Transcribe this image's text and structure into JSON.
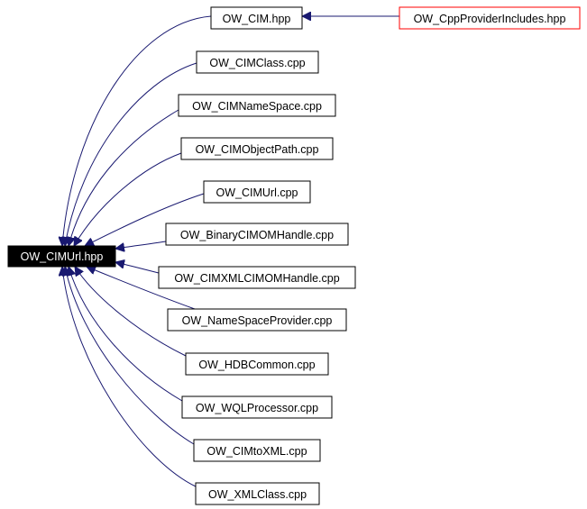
{
  "graph": {
    "edge_color": "#191970",
    "focus_node": {
      "label": "OW_CIMUrl.hpp",
      "fill": "#000000",
      "text_color": "#ffffff"
    },
    "included_by": [
      {
        "label": "OW_CIM.hpp"
      },
      {
        "label": "OW_CIMClass.cpp"
      },
      {
        "label": "OW_CIMNameSpace.cpp"
      },
      {
        "label": "OW_CIMObjectPath.cpp"
      },
      {
        "label": "OW_CIMUrl.cpp"
      },
      {
        "label": "OW_BinaryCIMOMHandle.cpp"
      },
      {
        "label": "OW_CIMXMLCIMOMHandle.cpp"
      },
      {
        "label": "OW_NameSpaceProvider.cpp"
      },
      {
        "label": "OW_HDBCommon.cpp"
      },
      {
        "label": "OW_WQLProcessor.cpp"
      },
      {
        "label": "OW_CIMtoXML.cpp"
      },
      {
        "label": "OW_XMLClass.cpp"
      }
    ],
    "second_level": [
      {
        "label": "OW_CppProviderIncludes.hpp",
        "includes": "OW_CIM.hpp",
        "border_color": "#ff0000"
      }
    ]
  }
}
